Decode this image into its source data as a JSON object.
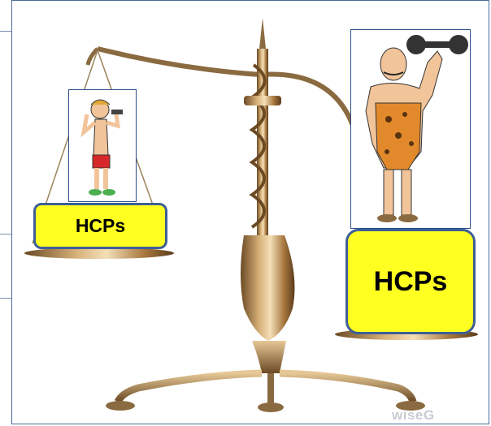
{
  "labels": {
    "left_pan": "HCPs",
    "right_pan": "HCPs"
  },
  "watermark": "wiseG",
  "colors": {
    "label_fill": "#ffff22",
    "label_border": "#3e5f96",
    "brass": "#b08a55"
  },
  "illustrations": {
    "left": "skinny-man-with-small-dumbbell",
    "right": "strongman-with-large-dumbbell",
    "center": "balance-scale"
  }
}
